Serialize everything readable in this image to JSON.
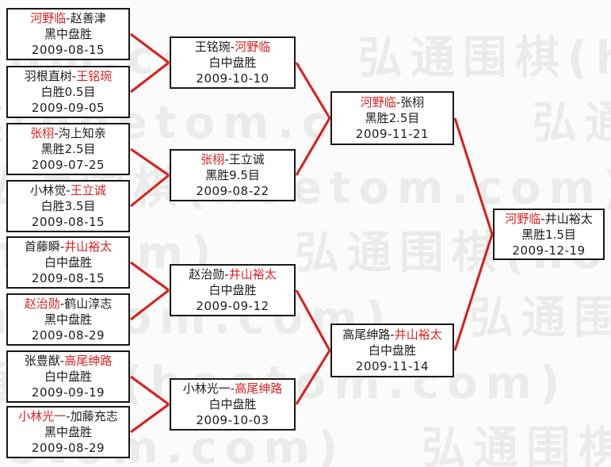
{
  "watermark": {
    "text": "弘通围棋(hoetom.com)",
    "color": "#e9ece9"
  },
  "colors": {
    "connector_red": "#dc1c1c",
    "winner_red": "#dd2222",
    "box_border": "#181818",
    "box_bg": "#ffffff",
    "page_bg": "#fafbfa"
  },
  "separator": "-",
  "bracket": {
    "rounds": [
      {
        "name": "first-round",
        "matches": [
          {
            "p1": "河野临",
            "p2": "赵善津",
            "winner": 1,
            "result": "黑中盘胜",
            "date": "2009-08-15"
          },
          {
            "p1": "羽根直树",
            "p2": "王铭琬",
            "winner": 2,
            "result": "白胜0.5目",
            "date": "2009-09-05"
          },
          {
            "p1": "张栩",
            "p2": "沟上知亲",
            "winner": 1,
            "result": "黑胜2.5目",
            "date": "2009-07-25"
          },
          {
            "p1": "小林觉",
            "p2": "王立诚",
            "winner": 2,
            "result": "白胜3.5目",
            "date": "2009-08-15"
          },
          {
            "p1": "首藤瞬",
            "p2": "井山裕太",
            "winner": 2,
            "result": "白中盘胜",
            "date": "2009-08-15"
          },
          {
            "p1": "赵治勋",
            "p2": "鹤山淳志",
            "winner": 1,
            "result": "黑中盘胜",
            "date": "2009-08-29"
          },
          {
            "p1": "张豊猷",
            "p2": "高尾绅路",
            "winner": 2,
            "result": "白中盘胜",
            "date": "2009-09-19"
          },
          {
            "p1": "小林光一",
            "p2": "加藤充志",
            "winner": 1,
            "result": "黑中盘胜",
            "date": "2009-08-29"
          }
        ]
      },
      {
        "name": "second-round",
        "matches": [
          {
            "p1": "王铭琬",
            "p2": "河野临",
            "winner": 2,
            "result": "白中盘胜",
            "date": "2009-10-10"
          },
          {
            "p1": "张栩",
            "p2": "王立诚",
            "winner": 1,
            "result": "黑胜9.5目",
            "date": "2009-08-22"
          },
          {
            "p1": "赵治勋",
            "p2": "井山裕太",
            "winner": 2,
            "result": "白中盘胜",
            "date": "2009-09-12"
          },
          {
            "p1": "小林光一",
            "p2": "高尾绅路",
            "winner": 2,
            "result": "白中盘胜",
            "date": "2009-10-03"
          }
        ]
      },
      {
        "name": "semifinal",
        "matches": [
          {
            "p1": "河野临",
            "p2": "张栩",
            "winner": 1,
            "result": "黑胜2.5目",
            "date": "2009-11-21"
          },
          {
            "p1": "高尾绅路",
            "p2": "井山裕太",
            "winner": 2,
            "result": "白中盘胜",
            "date": "2009-11-14"
          }
        ]
      },
      {
        "name": "final",
        "matches": [
          {
            "p1": "河野临",
            "p2": "井山裕太",
            "winner": 1,
            "result": "黑胜1.5目",
            "date": "2009-12-19"
          }
        ]
      }
    ]
  }
}
